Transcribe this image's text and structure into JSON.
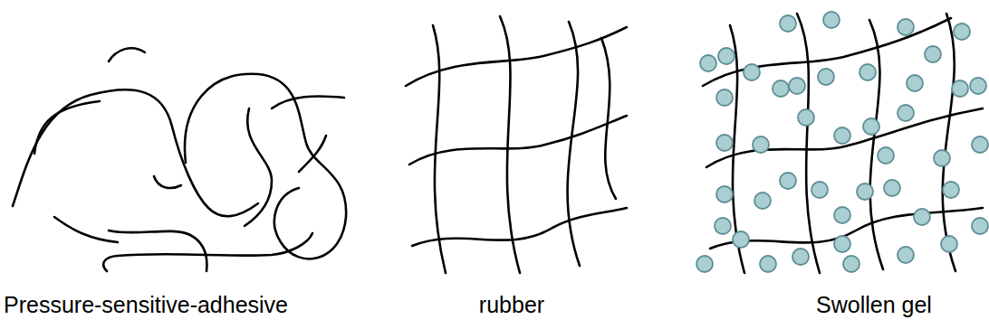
{
  "diagram": {
    "labels": [
      "Pressure-sensitive-adhesive",
      "rubber",
      "Swollen gel"
    ]
  }
}
